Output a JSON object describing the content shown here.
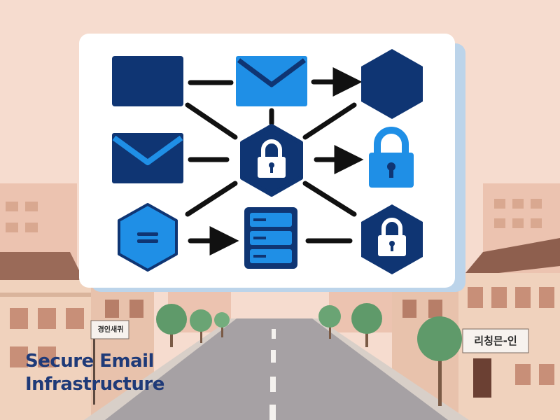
{
  "caption": {
    "line1": "Secure Email",
    "line2": "Infrastructure"
  },
  "signs": {
    "left": "경인새퀴",
    "right": "리칭믄-인"
  },
  "colors": {
    "sky": "#f6dccf",
    "navy": "#0f3573",
    "blue": "#1f8fe6",
    "card": "#ffffff",
    "card_shadow": "#bcd4ea",
    "road": "#a6a1a4",
    "tree": "#5f9a6a"
  },
  "diagram": {
    "nodes": [
      {
        "id": "n1",
        "icon": "navy-rectangle-icon"
      },
      {
        "id": "n2",
        "icon": "envelope-icon"
      },
      {
        "id": "n3",
        "icon": "navy-hexagon-icon"
      },
      {
        "id": "n4",
        "icon": "envelope-icon"
      },
      {
        "id": "n5",
        "icon": "lock-hexagon-icon"
      },
      {
        "id": "n6",
        "icon": "padlock-icon"
      },
      {
        "id": "n7",
        "icon": "menu-hexagon-icon"
      },
      {
        "id": "n8",
        "icon": "server-icon"
      },
      {
        "id": "n9",
        "icon": "lock-hexagon-icon"
      }
    ]
  }
}
